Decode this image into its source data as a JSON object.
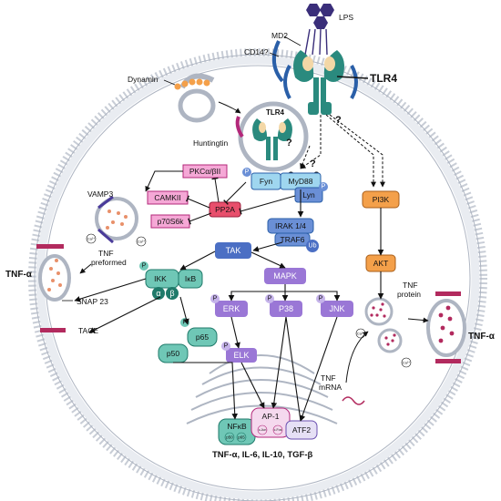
{
  "labels": {
    "lps": "LPS",
    "md2": "MD2",
    "cd14": "CD14?",
    "tlr4": "TLR4",
    "dynamin": "Dynamin",
    "tlr4_endo": "TLR4",
    "huntingtin": "Huntingtin",
    "q_endo": "?",
    "q1": "?",
    "q2": "?",
    "q3": "?",
    "q4": "?",
    "vamp3": "VAMP3",
    "tnf_preformed": "TNF\npreformed",
    "tnf_alpha_left": "TNF-α",
    "snap23": "SNAP 23",
    "tace": "TACE",
    "tnf_protein": "TNF\nprotein",
    "tnf_alpha_right": "TNF-α",
    "tnf_mrna": "TNF\nmRNA",
    "ca": "Ca²⁺",
    "p": "P",
    "ub": "Ub",
    "cytokines": "TNF-α, IL-6, IL-10, TGF-β"
  },
  "nodes": {
    "pkc": "PKCα/βII",
    "camkii": "CAMKII",
    "p70s6k": "p70S6k",
    "pp2a": "PP2A",
    "fyn": "Fyn",
    "myd88": "MyD88",
    "lyn": "Lyn",
    "irak": "IRAK 1/4",
    "traf6": "TRAF6",
    "tak": "TAK",
    "ikk": "IKK",
    "ikb": "IκB",
    "alpha": "α",
    "beta": "β",
    "mapk": "MAPK",
    "erk": "ERK",
    "p38": "P38",
    "jnk": "JNK",
    "elk": "ELK",
    "p50": "p50",
    "p65": "p65",
    "pi3k": "PI3K",
    "akt": "AKT",
    "nfkb": "NFκB",
    "nfkb_p50": "p50",
    "nfkb_p65": "p65",
    "ap1": "AP-1",
    "cjun": "c-Jun",
    "cfos": "c-Fos",
    "atf2": "ATF2"
  },
  "colors": {
    "membrane": "#bfc6d0",
    "receptor": "#2a8a7e",
    "receptor_light": "#f3d7a6",
    "pink": "#f5a8d6",
    "pink_stroke": "#b3287a",
    "pp2a": "#e84f6c",
    "blue_light": "#9fd6ef",
    "blue_mid": "#6a8fd6",
    "tak": "#4b6fc4",
    "teal": "#6fc7b6",
    "teal_dark": "#1f7a6a",
    "purple": "#9a77d6",
    "purple_light": "#c5b3ea",
    "orange": "#f4a04a",
    "vesicle_dot": "#e8906a",
    "tnf_red": "#b22a5e"
  }
}
